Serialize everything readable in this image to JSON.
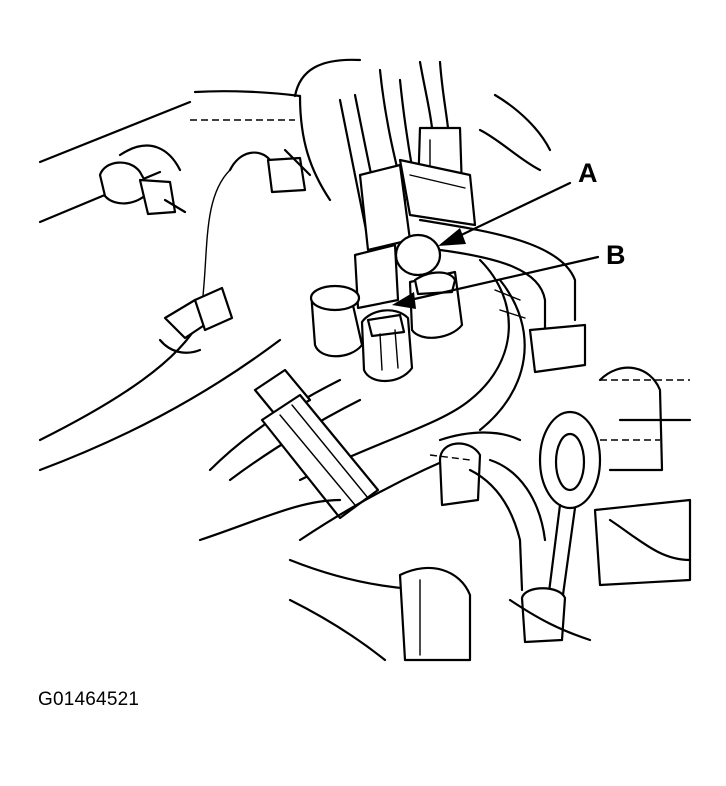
{
  "diagram": {
    "callouts": [
      {
        "id": "A",
        "label": "A"
      },
      {
        "id": "B",
        "label": "B"
      }
    ],
    "figure_code": "G01464521",
    "colors": {
      "ink": "#000000",
      "paper": "#ffffff"
    }
  }
}
